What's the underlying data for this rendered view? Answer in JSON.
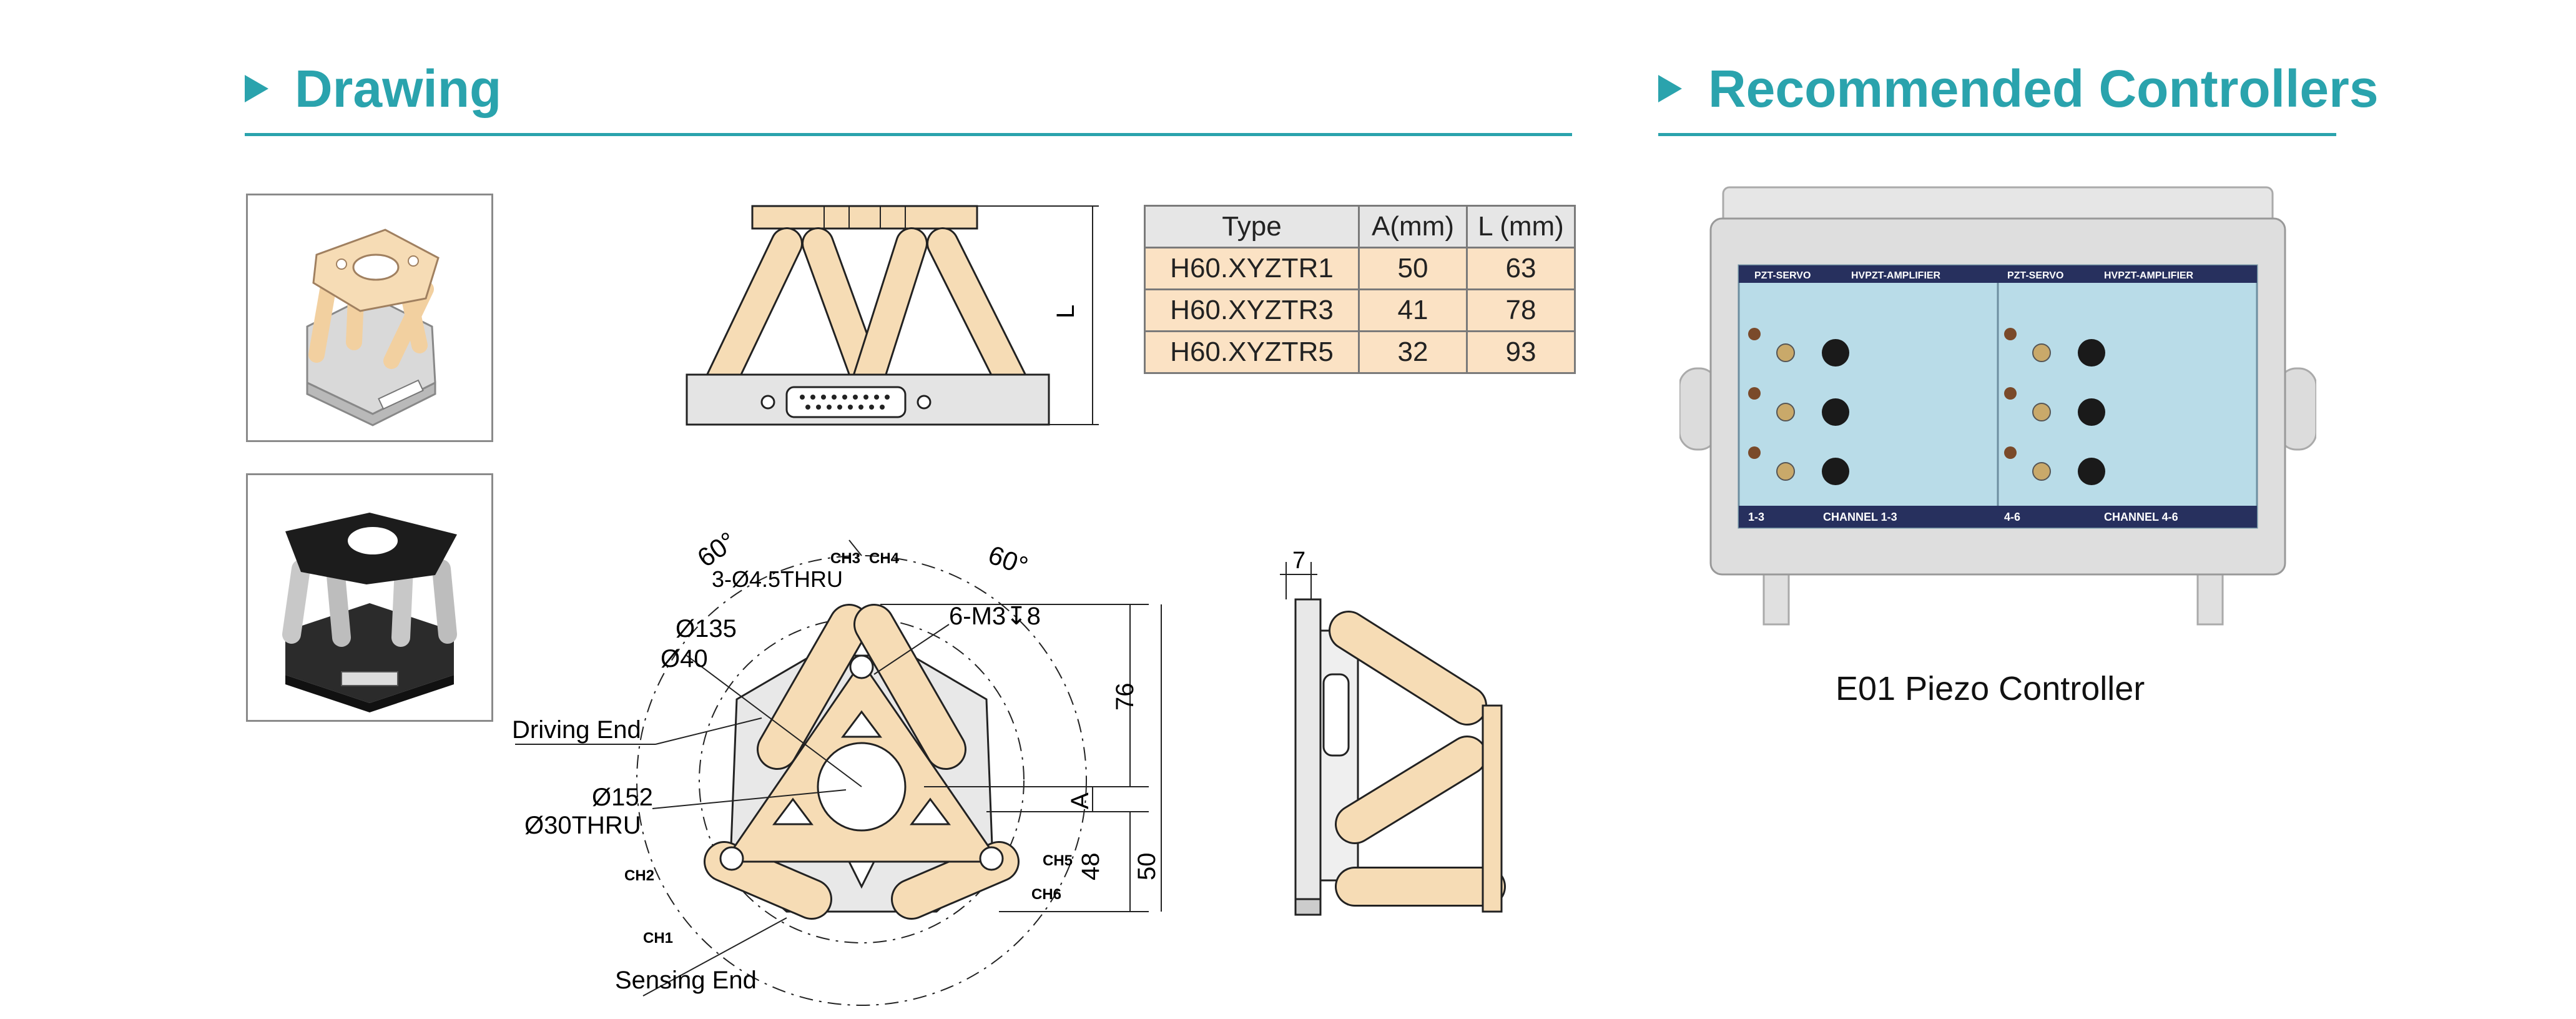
{
  "sections": {
    "drawing_title": "Drawing",
    "controllers_title": "Recommended Controllers"
  },
  "colors": {
    "accent": "#2aa3ad",
    "stage_beige": "#f6dcb5",
    "table_body": "#fbe2c4",
    "table_header": "#e6e6e6"
  },
  "spec_table": {
    "headers": [
      "Type",
      "A(mm)",
      "L (mm)"
    ],
    "rows": [
      [
        "H60.XYZTR1",
        "50",
        "63"
      ],
      [
        "H60.XYZTR3",
        "41",
        "78"
      ],
      [
        "H60.XYZTR5",
        "32",
        "93"
      ]
    ]
  },
  "side_drawing": {
    "label_L": "L"
  },
  "top_drawing": {
    "angle_left": "60°",
    "angle_right": "60°",
    "holes": "3-Ø4.5THRU",
    "ch3": "CH3",
    "ch4": "CH4",
    "threads": "6-M3↧8",
    "d135": "Ø135",
    "d40": "Ø40",
    "driving_end": "Driving End",
    "d152": "Ø152",
    "d30": "Ø30THRU",
    "ch2": "CH2",
    "ch1": "CH1",
    "ch5": "CH5",
    "ch6": "CH6",
    "sensing_end": "Sensing End",
    "dim_76": "76",
    "dim_A": "A",
    "dim_48": "48",
    "dim_50": "50"
  },
  "end_drawing": {
    "dim_7": "7"
  },
  "controller": {
    "caption": "E01 Piezo Controller",
    "panel": {
      "top_left_a": "PZT-SERVO",
      "top_left_b": "HVPZT-AMPLIFIER",
      "top_right_a": "PZT-SERVO",
      "top_right_b": "HVPZT-AMPLIFIER",
      "channel_left": "CHANNEL 1-3",
      "channel_right": "CHANNEL 4-6",
      "range_left": "1-3",
      "range_right": "4-6"
    }
  }
}
